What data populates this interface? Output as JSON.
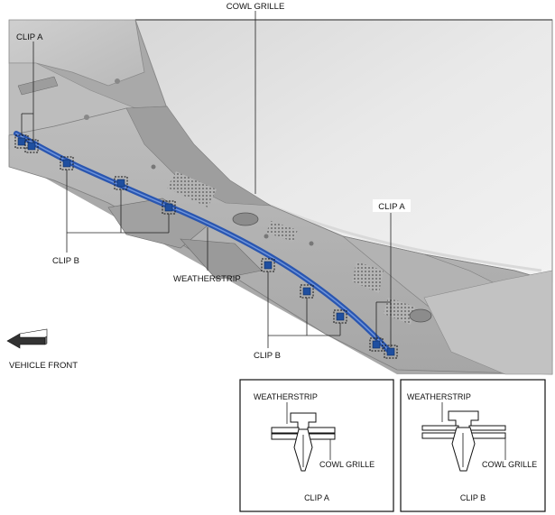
{
  "labels": {
    "cowl_grille_top": "COWL GRILLE",
    "clip_a_left": "CLIP A",
    "clip_a_right": "CLIP A",
    "clip_b_left": "CLIP B",
    "clip_b_right": "CLIP B",
    "weatherstrip": "WEATHERSTRIP",
    "vehicle_front": "VEHICLE FRONT"
  },
  "detail_a": {
    "weatherstrip": "WEATHERSTRIP",
    "cowl_grille": "COWL GRILLE",
    "caption": "CLIP A"
  },
  "detail_b": {
    "weatherstrip": "WEATHERSTRIP",
    "cowl_grille": "COWL GRILLE",
    "caption": "CLIP B"
  },
  "colors": {
    "weatherstrip": "#2a56b0",
    "body_light": "#e6e6e6",
    "body_mid": "#c9c9c9",
    "body_dark": "#9a9a9a"
  }
}
